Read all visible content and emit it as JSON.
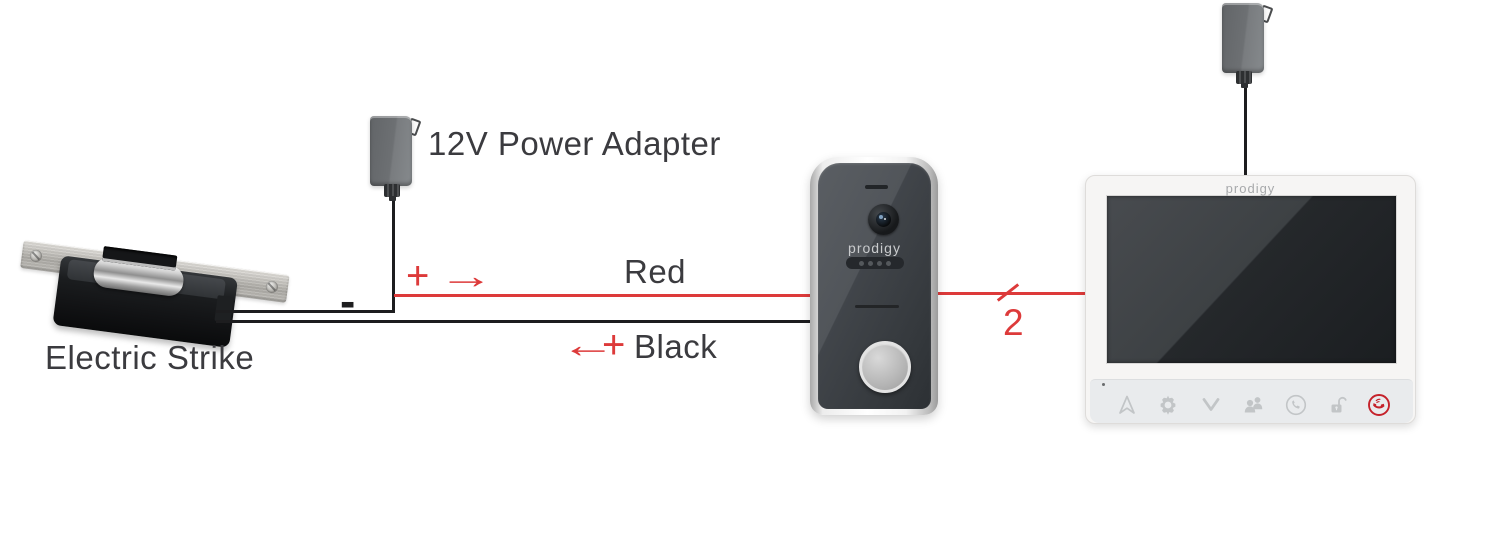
{
  "colors": {
    "red": "#dd3a3a",
    "wire": "#1d1d1f",
    "text": "#3b3b3f",
    "icon_gray": "#c2c5c7",
    "icon_red": "#c5222b",
    "bar": "#e9ebed"
  },
  "labels": {
    "power_adapter": "12V Power Adapter",
    "electric_strike": "Electric Strike",
    "red_wire": "Red",
    "black_wire": "Black",
    "wire_count": "2",
    "plus": "+",
    "minus": "-",
    "arrow_right": "→",
    "arrow_left": "←"
  },
  "doorbell": {
    "brand": "prodigy"
  },
  "monitor": {
    "brand": "prodigy",
    "buttons": [
      {
        "icon": "navigate-up-icon"
      },
      {
        "icon": "settings-gear-icon"
      },
      {
        "icon": "navigate-down-icon"
      },
      {
        "icon": "intercom-users-icon"
      },
      {
        "icon": "call-phone-icon"
      },
      {
        "icon": "unlock-icon"
      },
      {
        "icon": "end-call-icon"
      }
    ]
  }
}
